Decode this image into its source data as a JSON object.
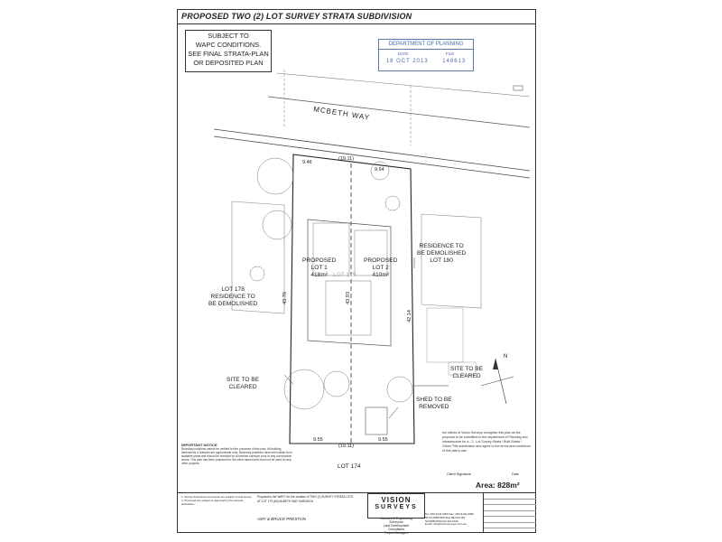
{
  "sheet": {
    "title": "PROPOSED TWO (2) LOT SURVEY STRATA SUBDIVISION"
  },
  "conditions_box": {
    "lines": [
      "SUBJECT TO",
      "WAPC CONDITIONS.",
      "SEE FINAL STRATA-PLAN",
      "OR DEPOSITED PLAN"
    ]
  },
  "stamp": {
    "department": "DEPARTMENT OF PLANNING",
    "date_label": "DATE",
    "file_label": "FILE",
    "date_value": "18 OCT 2013",
    "file_value": "148613"
  },
  "plan": {
    "street": "MCBETH WAY",
    "lot1": [
      "PROPOSED",
      "LOT 1",
      "418m²"
    ],
    "lot2": [
      "PROPOSED",
      "LOT 2",
      "410m²"
    ],
    "lot179": "LOT 179",
    "residence180": [
      "RESIDENCE TO",
      "BE DEMOLISHED",
      "LOT 180"
    ],
    "lot178": [
      "LOT 178",
      "RESIDENCE TO",
      "BE DEMOLISHED"
    ],
    "site_left": [
      "SITE TO BE",
      "CLEARED"
    ],
    "site_right": [
      "SITE TO BE",
      "CLEARED"
    ],
    "shed": [
      "SHED TO BE",
      "REMOVED"
    ],
    "lot174": "LOT 174",
    "dims": {
      "top_left": "9.46",
      "top_mid": "(19.11)",
      "top_right": "9.64",
      "bottom_left": "9.55",
      "bottom_mid": "(19.11)",
      "bottom_right": "9.55",
      "left_depth": "43.76",
      "mid_depth": "43.93",
      "right_depth": "42.14"
    },
    "north": "N"
  },
  "notes": {
    "title": "IMPORTANT NOTICE",
    "text": "Boundary positions cannot be verified for the purposes of this plan. All building dimensions & features are approximate only. Boundary positions have been taken from available plans and should be checked by a licensed surveyor prior to any construction works. This plan has been prepared for the client named and must not be used for any other purpose."
  },
  "client_note": "the clients of Vision Surveys recognise this plan as the proposal to be submitted to the department of Planning and Infrastructure for a ..2.. Lot Survey Strata / Built-Strata / Green Title subdivision and agree to the terms and conditions of this plan's use.",
  "signature_label": "Client Signature",
  "date_label": "Date",
  "area": "Area: 828m²",
  "titleblock": {
    "proposal": "Proposal to the WAPC for the creation of TWO (2) SURVEY STRATA LOTS AT LOT 179 (60) McBETH WAY KARDINYA",
    "client": "AMY & BRUCE PRESTON",
    "logo_line1": "VISION",
    "logo_line2": "SURVEYS",
    "services": [
      "Licensed & Engineering",
      "Surveyors",
      "Land Development",
      "Consultants",
      "Project Managers"
    ],
    "contact": [
      "Tel: (08) 9144 0000 Fax: (08) 9144 0099",
      "56 SCARBOROUGH BEACH RD",
      "SCARBOROUGH WA 6019",
      "Email: info@visionsurveys.com.au"
    ],
    "left_note": "1. Survey dimensions and areas are subject to final survey. 2. Proposed lots subject to approval by the relevant authorities."
  }
}
